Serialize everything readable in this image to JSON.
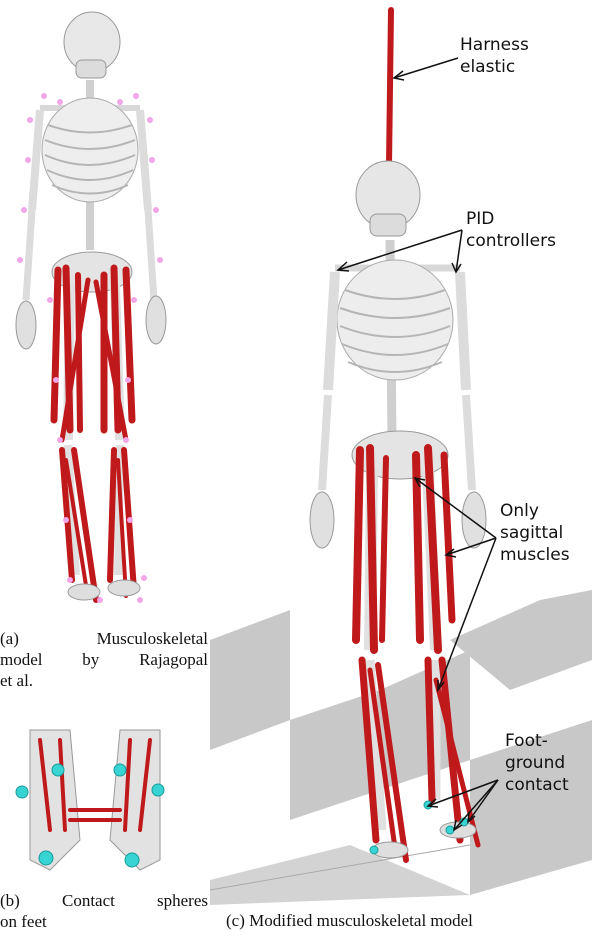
{
  "captions": {
    "a_line1": "(a)   Musculoskeletal",
    "a_line2": "model by Rajagopal",
    "a_line3": "et al.",
    "b_line1": "(b)  Contact  spheres",
    "b_line2": "on feet",
    "c": "(c) Modified musculoskeletal model"
  },
  "annotations": {
    "harness": [
      "Harness",
      "elastic"
    ],
    "pid": [
      "PID",
      "controllers"
    ],
    "sagittal": [
      "Only",
      "sagittal",
      "muscles"
    ],
    "foot": [
      "Foot-",
      "ground",
      "contact"
    ]
  },
  "colors": {
    "muscle": "#c0191b",
    "bone": "#e6e6e6",
    "marker": "#f2a6e8",
    "sphere": "#38d4d4",
    "floor": "#c8c8c8"
  }
}
